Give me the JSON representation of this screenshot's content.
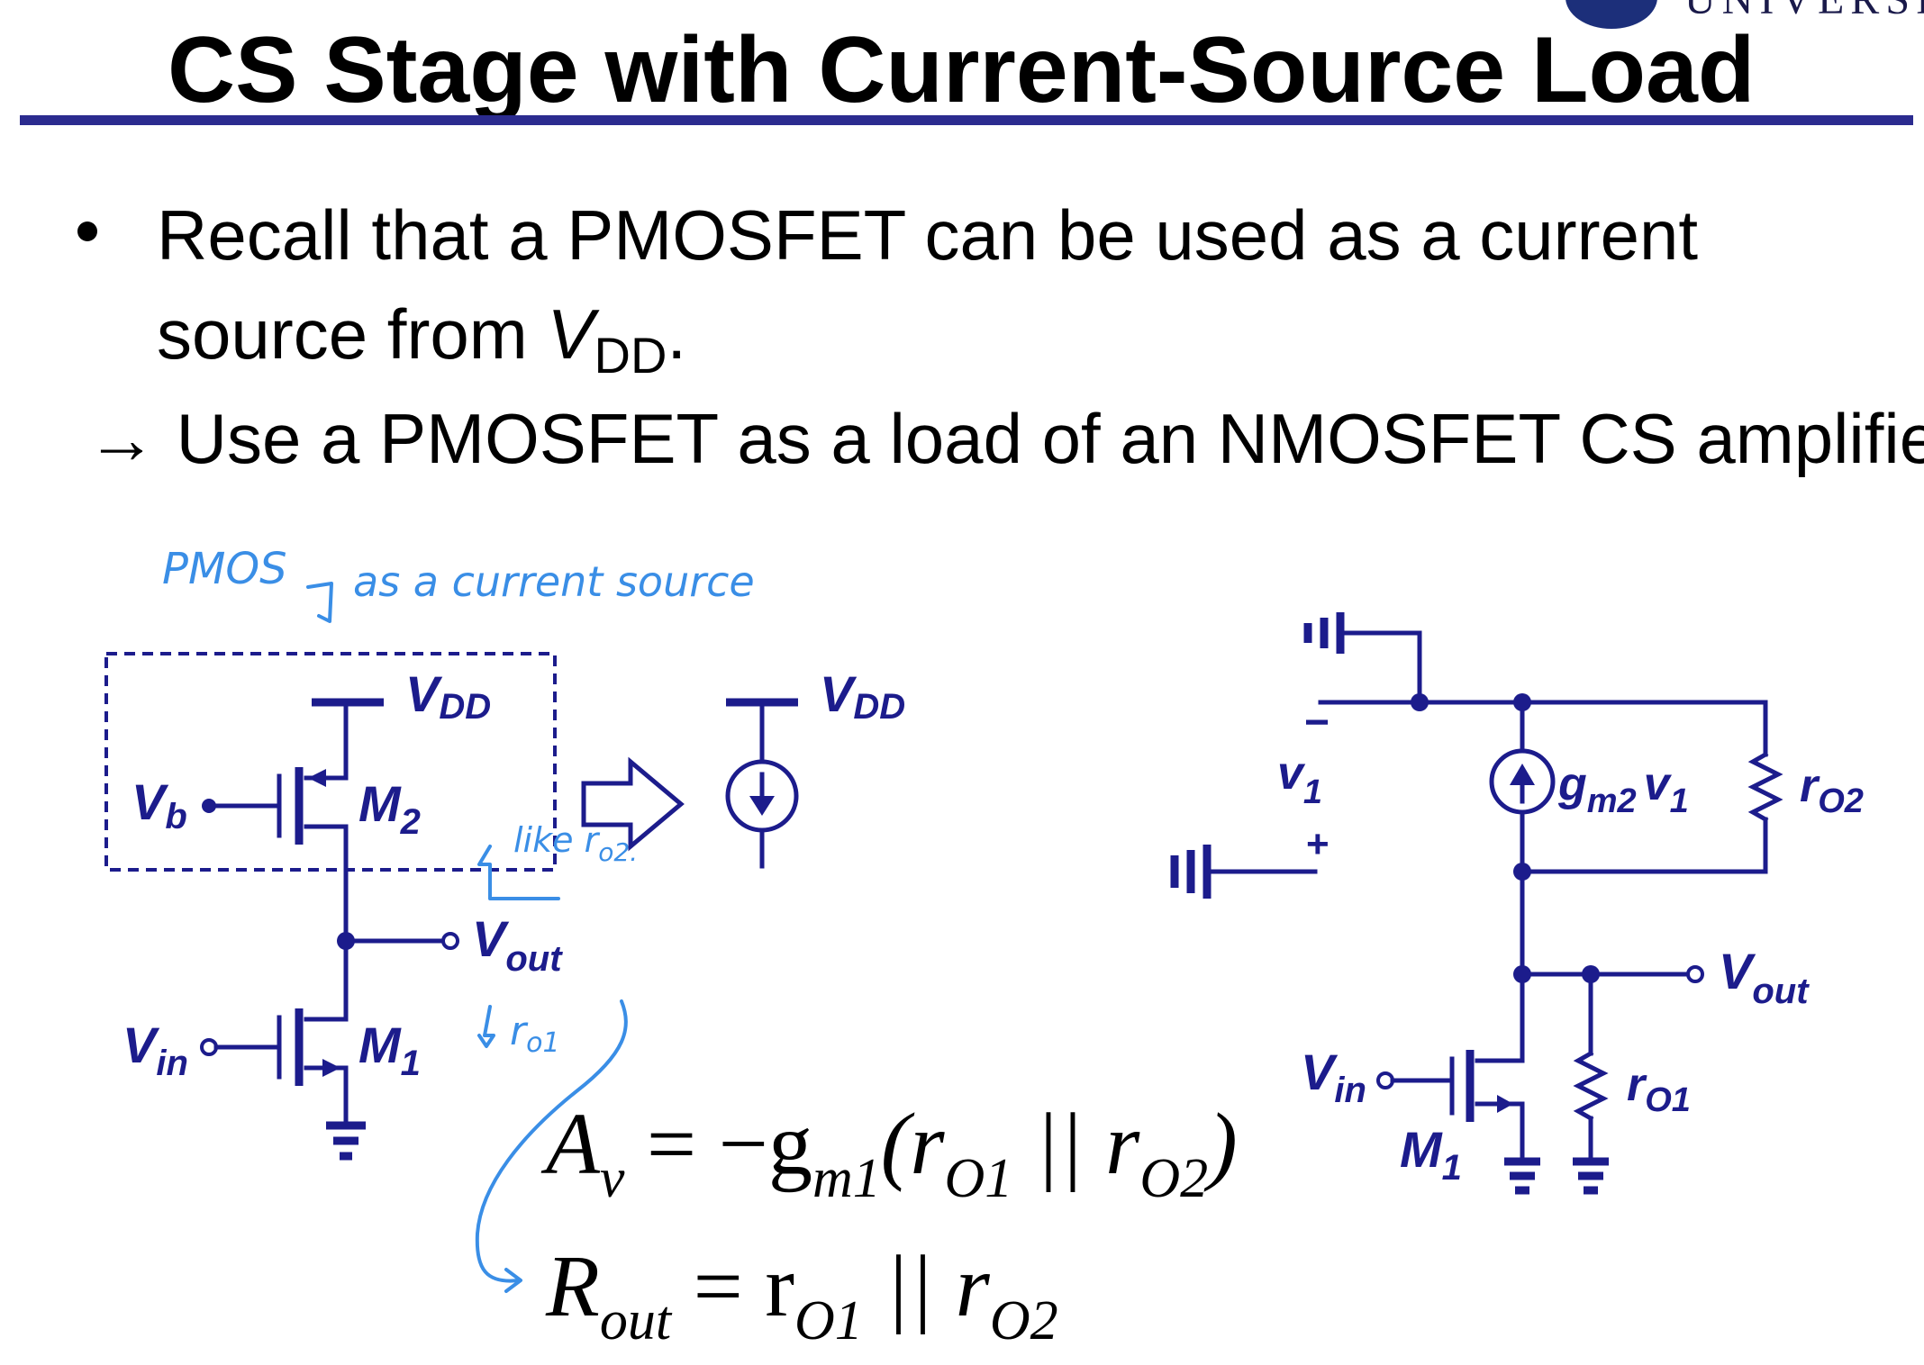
{
  "slide": {
    "title": "CS Stage with Current-Source Load",
    "logo_text": "UNIVERSITY",
    "accent_color": "#2b2b8f",
    "circuit_color": "#1c1c8c",
    "ink_color": "#3a8ee6"
  },
  "bullets": {
    "line1": "Recall that a PMOSFET can be used as a current",
    "line2_pre": "source from ",
    "line2_var": "V",
    "line2_sub": "DD",
    "line2_post": ".",
    "arrow_line": "→ Use a PMOSFET as a load of an NMOSFET CS amplifier."
  },
  "circuit_left": {
    "vdd": "V",
    "vdd_sub": "DD",
    "vb": "V",
    "vb_sub": "b",
    "m2": "M",
    "m2_sub": "2",
    "vout": "V",
    "vout_sub": "out",
    "vin": "V",
    "vin_sub": "in",
    "m1": "M",
    "m1_sub": "1"
  },
  "circuit_symbol": {
    "vdd": "V",
    "vdd_sub": "DD"
  },
  "circuit_right": {
    "minus": "−",
    "plus": "+",
    "v1": "v",
    "v1_sub": "1",
    "gm": "g",
    "gm_sub": "m2",
    "gm_v": "v",
    "gm_v_sub": "1",
    "ro2": "r",
    "ro2_sub": "O2",
    "vout": "V",
    "vout_sub": "out",
    "vin": "V",
    "vin_sub": "in",
    "ro1": "r",
    "ro1_sub": "O1",
    "m1": "M",
    "m1_sub": "1"
  },
  "handwriting": {
    "pmos": "PMOS",
    "current_source": "as a current source",
    "like_ro2": "like r",
    "like_ro2_sub": "o2.",
    "ro1": "r",
    "ro1_sub": "o1"
  },
  "equations": {
    "av_lhs": "A",
    "av_lhs_sub": "v",
    "av_rhs_1": " = −g",
    "av_rhs_sub": "m1",
    "av_rhs_2": "(r",
    "av_r1_sub": "O1",
    "av_par": " || r",
    "av_r2_sub": "O2",
    "av_close": ")",
    "rout_lhs": "R",
    "rout_lhs_sub": "out",
    "rout_eq": " = r",
    "rout_r1_sub": "O1",
    "rout_par": " || r",
    "rout_r2_sub": "O2"
  }
}
